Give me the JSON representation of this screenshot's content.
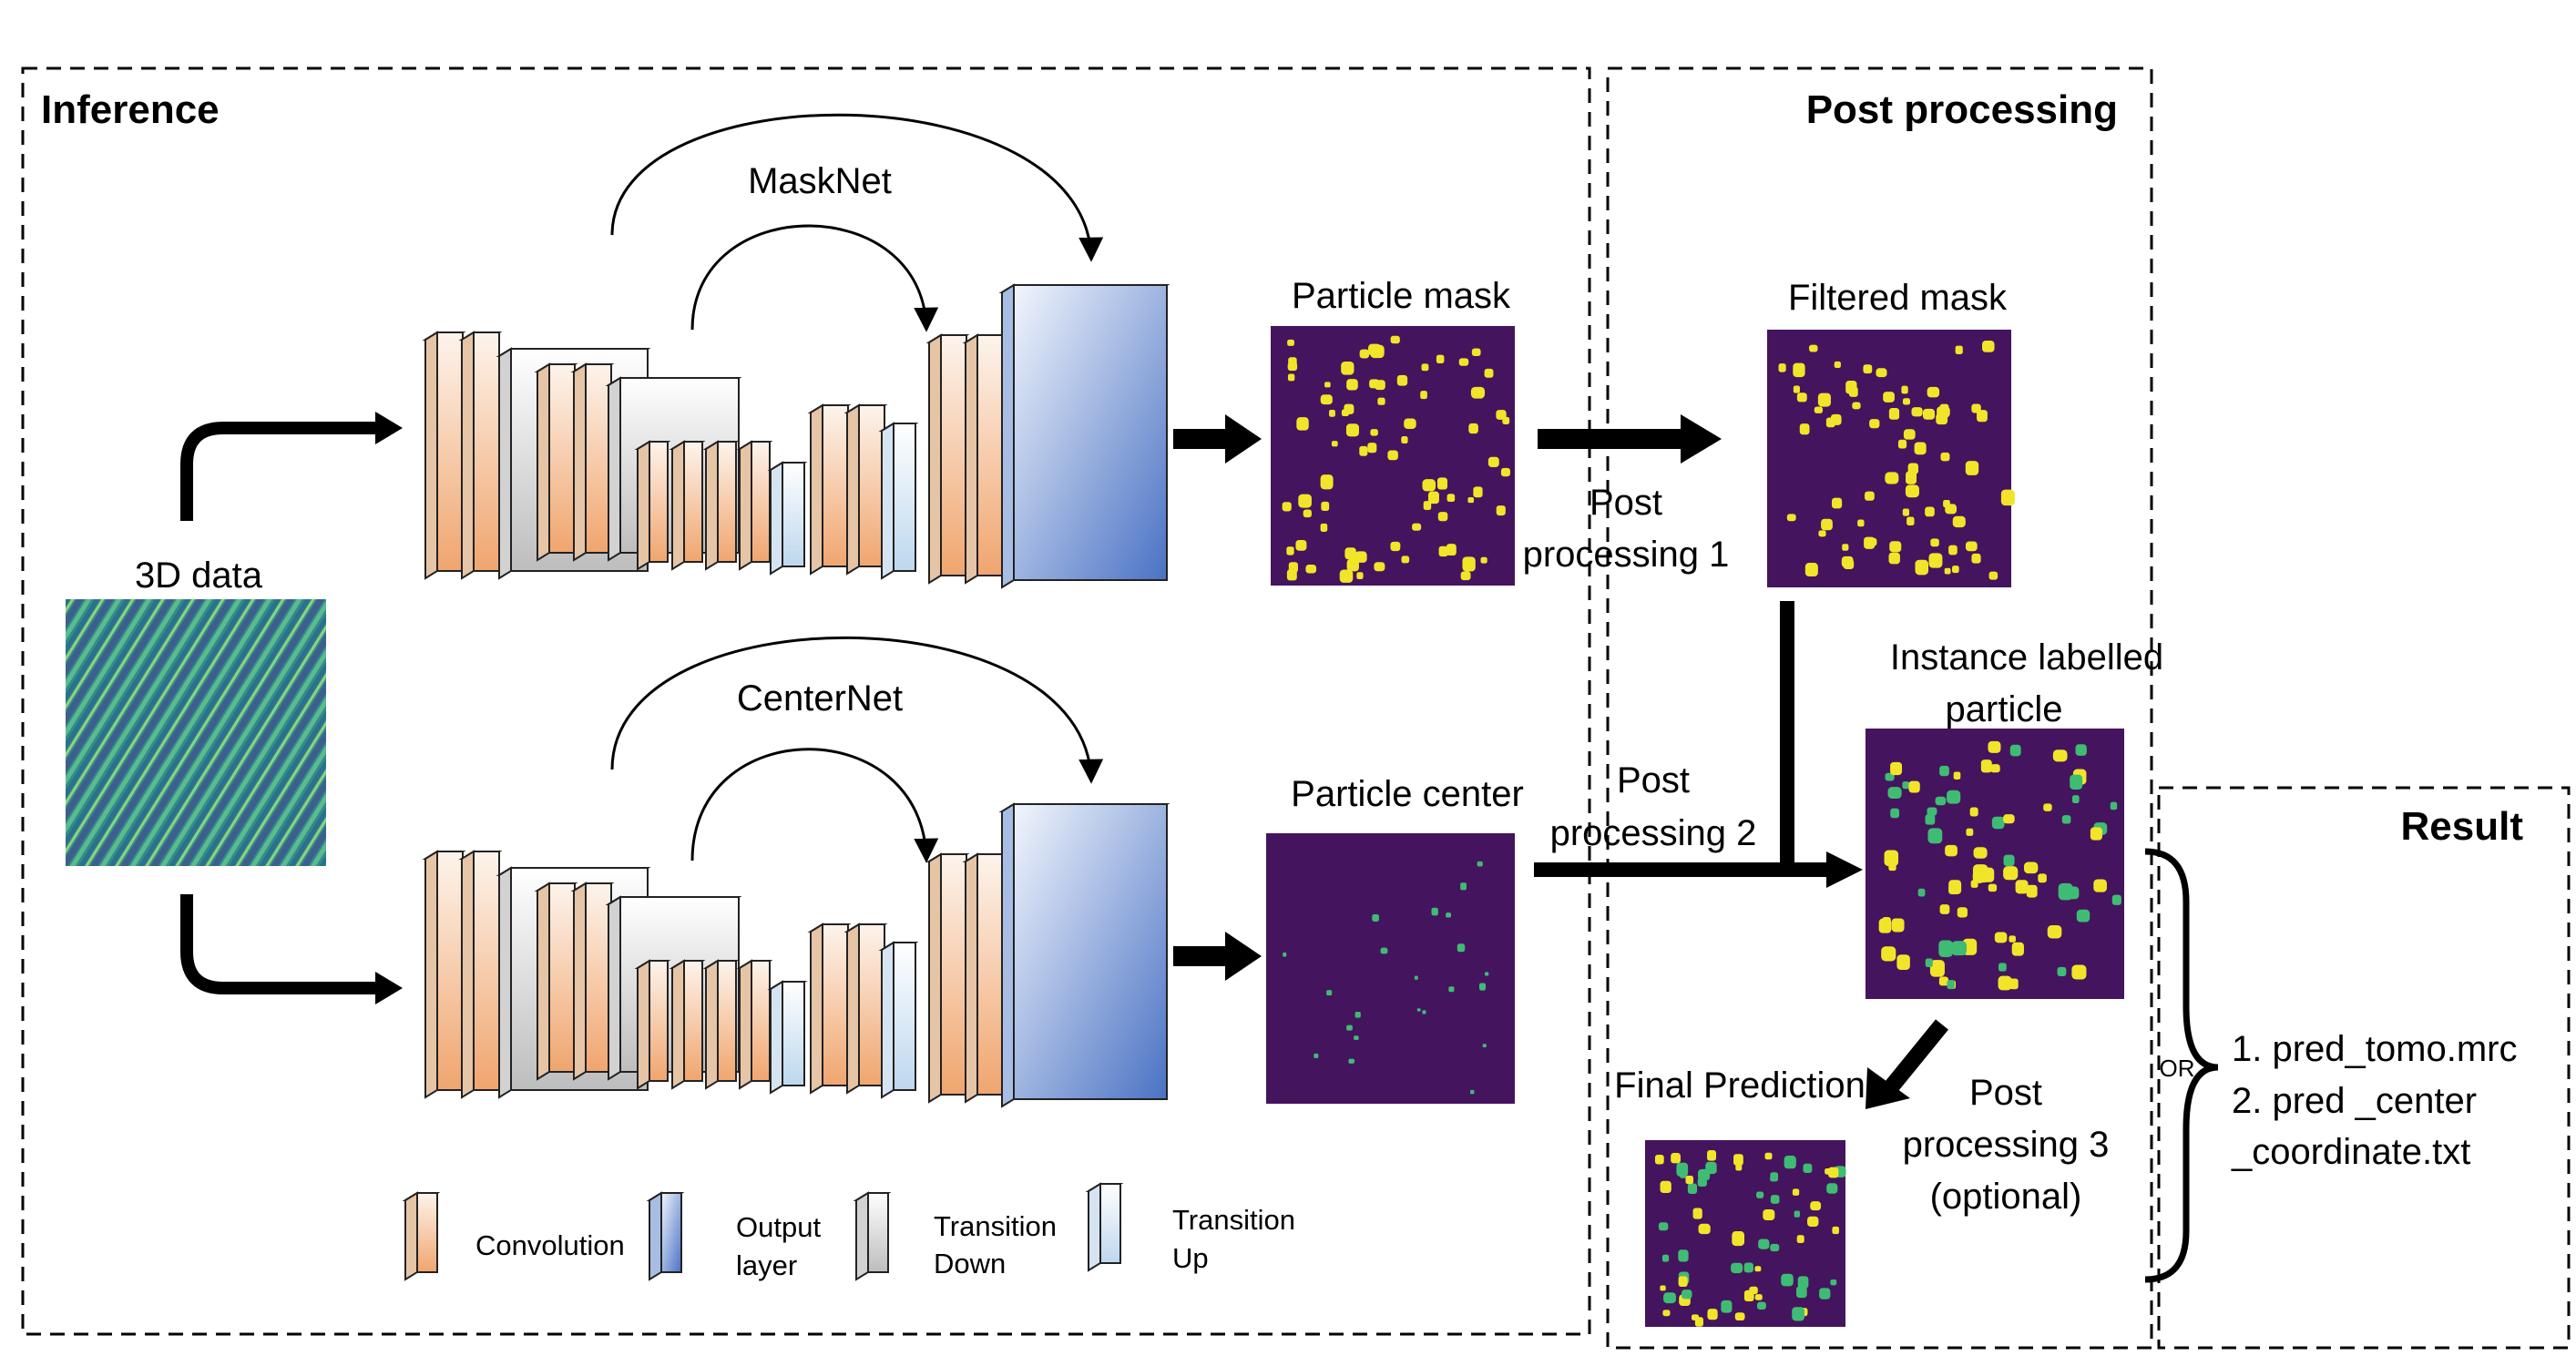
{
  "sections": {
    "inference": "Inference",
    "post_processing": "Post processing",
    "result": "Result"
  },
  "networks": {
    "masknet": "MaskNet",
    "centernet": "CenterNet"
  },
  "images": {
    "input": "3D data",
    "particle_mask": "Particle mask",
    "particle_center": "Particle center",
    "filtered_mask": "Filtered mask",
    "instance_line1": "Instance labelled",
    "instance_line2": "particle",
    "final_prediction": "Final Prediction"
  },
  "steps": {
    "pp1_line1": "Post",
    "pp1_line2": "processing 1",
    "pp2_line1": "Post",
    "pp2_line2": "processing 2",
    "pp3_line1": "Post",
    "pp3_line2": "processing 3",
    "pp3_line3": "(optional)"
  },
  "result": {
    "or_label": "OR",
    "item1": "1. pred_tomo.mrc",
    "item2_line1": "2. pred _center",
    "item2_line2": "_coordinate.txt"
  },
  "legend": {
    "convolution": "Convolution",
    "output_line1": "Output",
    "output_line2": "layer",
    "tdown_line1": "Transition",
    "tdown_line2": "Down",
    "tup_line1": "Transition",
    "tup_line2": "Up"
  },
  "colors": {
    "convolution": "#f4b183",
    "output_layer": "#4a72c4",
    "transition_down": "#c8c8c8",
    "transition_up": "#bdd7ee",
    "mask_background": "#45145e",
    "mask_particle": "#f2e529",
    "center_particle": "#3fbc73"
  }
}
